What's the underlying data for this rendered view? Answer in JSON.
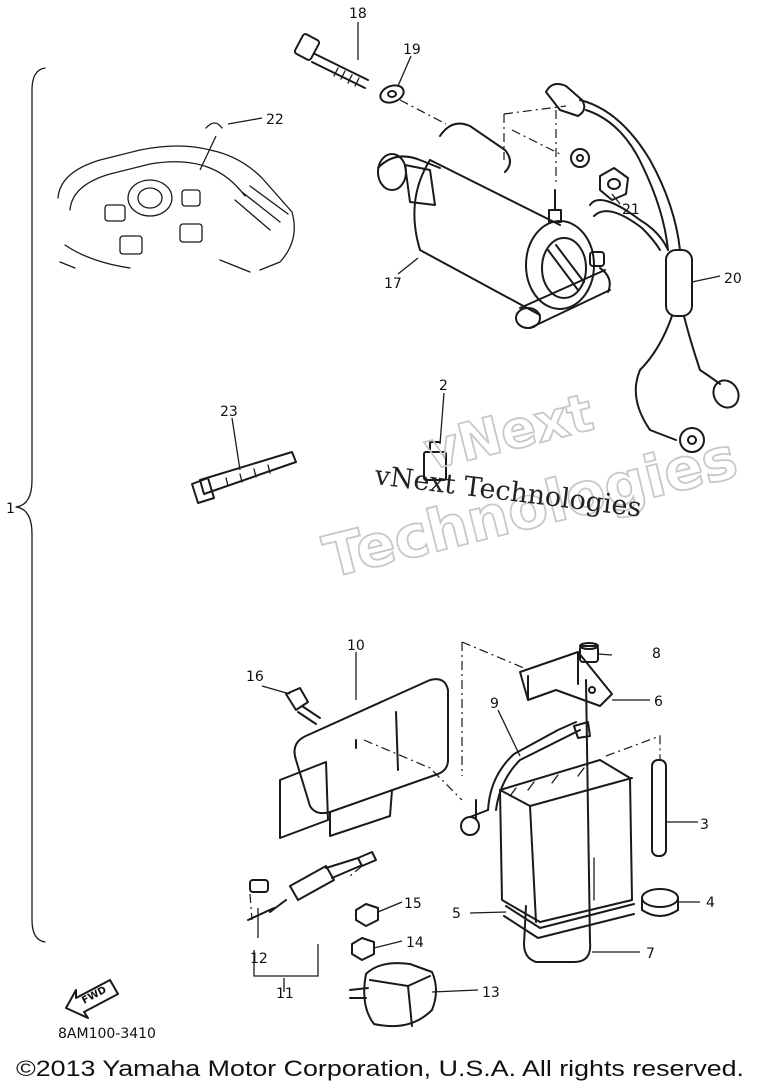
{
  "diagram": {
    "callouts": [
      "1",
      "2",
      "3",
      "4",
      "5",
      "6",
      "7",
      "8",
      "9",
      "10",
      "11",
      "12",
      "13",
      "14",
      "15",
      "16",
      "17",
      "18",
      "19",
      "20",
      "21",
      "22",
      "23"
    ],
    "fwd_label": "FWD",
    "drawing_code": "8AM100-3410"
  },
  "watermark": {
    "line_serif": "vNext Technologies",
    "outline_word_1": "vNext",
    "outline_word_2": "Technologies"
  },
  "footer": {
    "copyright": "©2013 Yamaha Motor Corporation, U.S.A. All rights reserved."
  }
}
